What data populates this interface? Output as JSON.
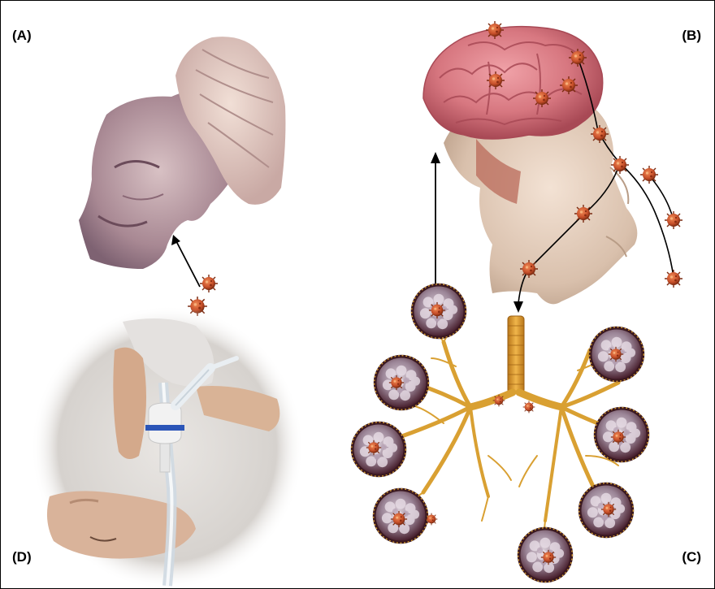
{
  "panels": {
    "a": {
      "label": "(A)",
      "subject": "person-with-hand-on-forehead"
    },
    "b": {
      "label": "(B)",
      "subject": "head-profile-with-brain"
    },
    "c": {
      "label": "(C)",
      "subject": "lungs-bronchial-tree-with-alveoli"
    },
    "d": {
      "label": "(D)",
      "subject": "patient-on-ventilator"
    }
  },
  "colors": {
    "virus": "#c8502a",
    "virus_dark": "#8a2d12",
    "brain": "#d97a84",
    "bronchi": "#d9a032",
    "alveoli": "#6b3a46",
    "skin": "#d9b9a8",
    "arrow": "#000000",
    "filter_blue": "#2b55b8"
  },
  "icons": [
    "virus-particle-icon",
    "arrow-icon",
    "brain-icon",
    "lungs-icon",
    "face-icon",
    "ventilator-icon"
  ]
}
